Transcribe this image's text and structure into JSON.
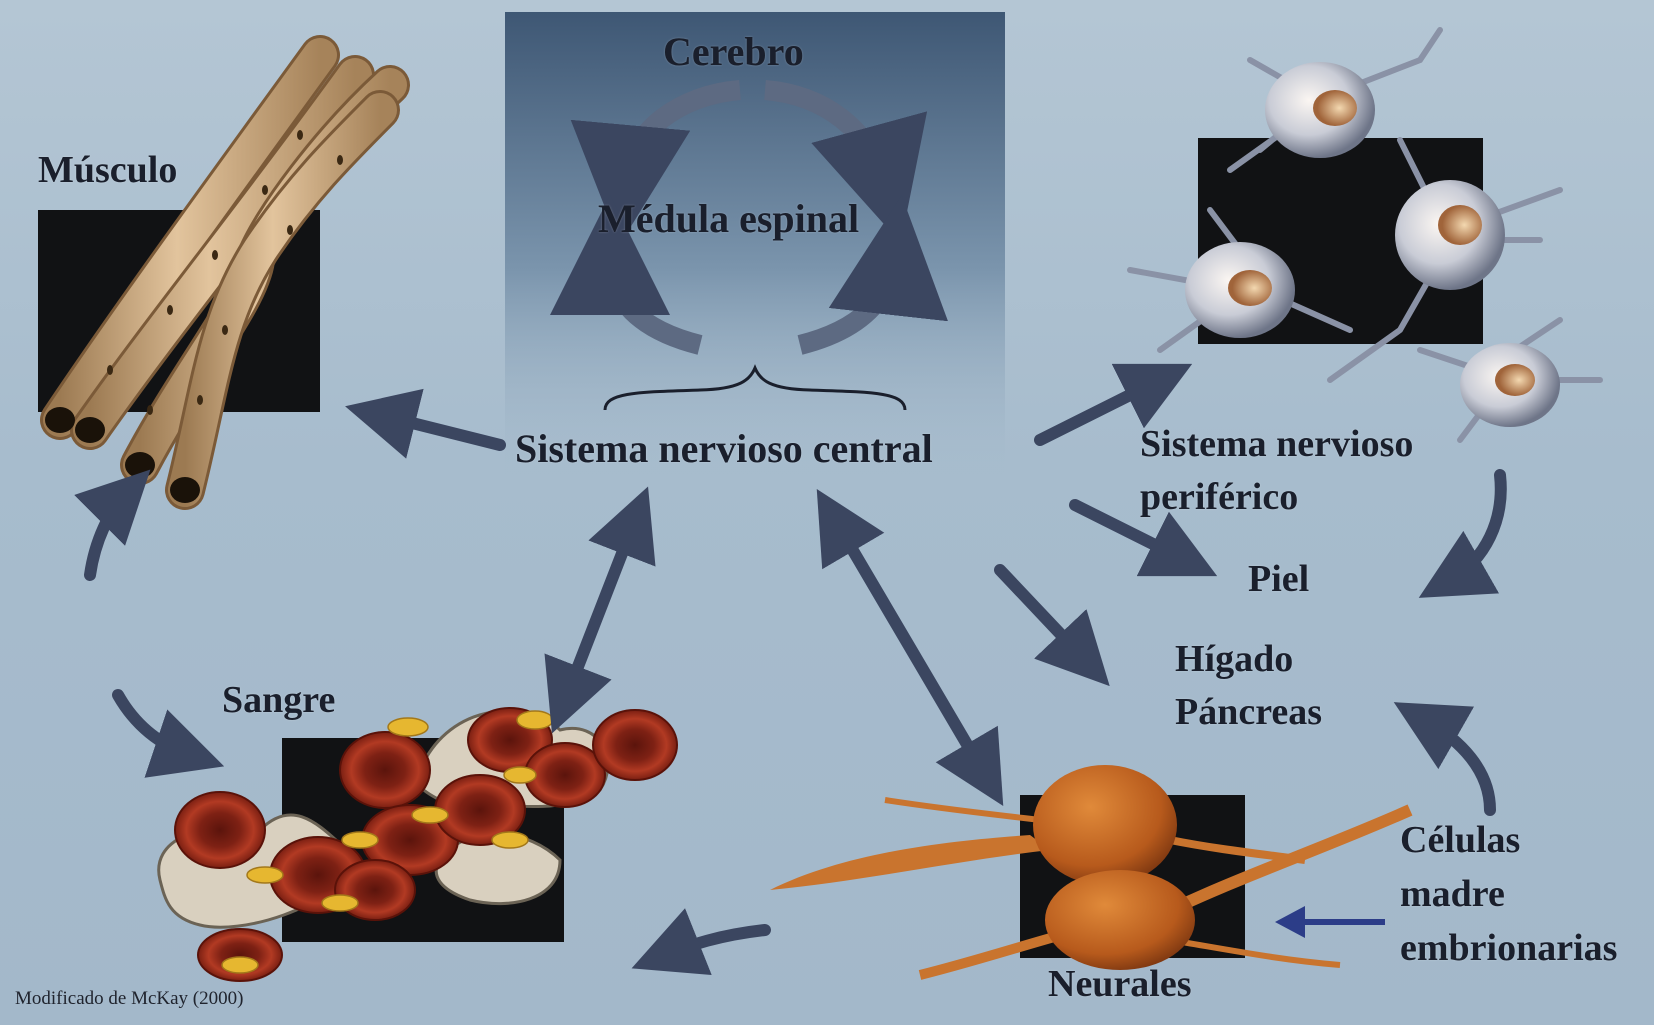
{
  "colors": {
    "background": "#a9bece",
    "cns_panel_top": "#3e5774",
    "arrow": "#3b4660",
    "black_box": "#111214",
    "muscle": "#c9a67c",
    "blood_cell": "#9a2b1c",
    "platelet": "#e6b730",
    "neural_cell": "#c46a24",
    "pointer_arrow": "#2c3d88"
  },
  "labels": {
    "cerebro": "Cerebro",
    "medula": "Médula espinal",
    "snc": "Sistema nervioso central",
    "musculo": "Músculo",
    "snp_line1": "Sistema nervioso",
    "snp_line2": "periférico",
    "piel": "Piel",
    "higado": "Hígado",
    "pancreas": "Páncreas",
    "sangre": "Sangre",
    "neurales": "Neurales",
    "celulas_line1": "Células",
    "celulas_line2": "madre",
    "celulas_line3": "embrionarias"
  },
  "credit": "Modificado de McKay (2000)"
}
